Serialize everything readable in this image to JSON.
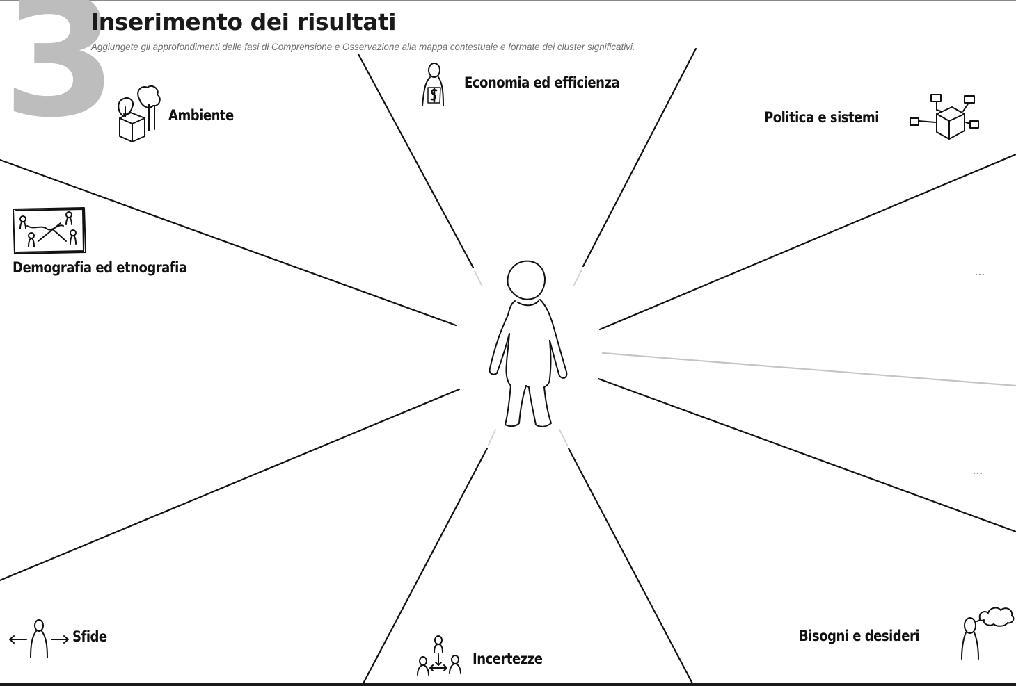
{
  "header": {
    "step_number": "3",
    "title": "Inserimento dei risultati",
    "subtitle": "Aggiungete gli approfondimenti delle fasi di Comprensione e Osservazione alla mappa contestuale e formate dei cluster significativi."
  },
  "categories": {
    "economia": "Economia ed efficienza",
    "ambiente": "Ambiente",
    "politica": "Politica e sistemi",
    "demografia": "Demografia ed etnografia",
    "sfide": "Sfide",
    "incertezze": "Incertezze",
    "bisogni": "Bisogni e desideri",
    "placeholder_1": "...",
    "placeholder_2": "..."
  },
  "icons": {
    "economia": "person-dollar-icon",
    "ambiente": "trees-box-icon",
    "politica": "network-box-icon",
    "demografia": "people-map-icon",
    "sfide": "person-arrows-icon",
    "incertezze": "people-group-icon",
    "bisogni": "person-thought-icon",
    "center": "person-outline-icon"
  },
  "colors": {
    "ink": "#111111",
    "step_number": "#bdbdbd",
    "subtitle": "#6f6f6f",
    "center_figure": "#c8c8c8",
    "divider_light": "#c4c4c4"
  }
}
